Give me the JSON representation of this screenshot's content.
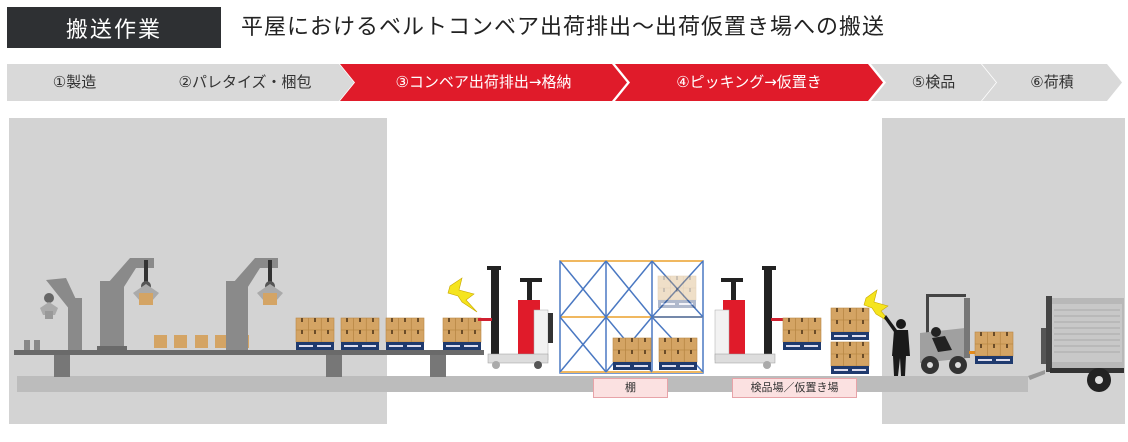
{
  "header": {
    "tag": "搬送作業",
    "title": "平屋におけるベルトコンベア出荷排出〜出荷仮置き場への搬送"
  },
  "steps": [
    {
      "label": "①製造",
      "active": false
    },
    {
      "label": "②パレタイズ・梱包",
      "active": false
    },
    {
      "label": "③コンベア出荷排出→格納",
      "active": true
    },
    {
      "label": "④ピッキング→仮置き",
      "active": true
    },
    {
      "label": "⑤検品",
      "active": false
    },
    {
      "label": "⑥荷積",
      "active": false
    }
  ],
  "colors": {
    "tag_bg": "#2e3033",
    "step_inactive": "#d9d9d9",
    "step_active": "#e01b2a",
    "panel_gray": "#d3d3d3",
    "label_bg": "#fbe1e1",
    "box": "#d4a464",
    "pallet": "#1f3a6e",
    "rack_blue": "#4a78c2",
    "rack_orange": "#f0b860",
    "lightning": "#f5e41e"
  },
  "scene": {
    "zones": [
      "production-line",
      "warehouse-rack",
      "shipping-dock"
    ],
    "labels": {
      "rack": "棚",
      "staging": "検品場／仮置き場"
    },
    "icons": [
      "robot-arm-icon",
      "conveyor-icon",
      "reach-forklift-icon",
      "rack-icon",
      "worker-icon",
      "counterbalance-forklift-icon",
      "truck-icon",
      "lightning-icon"
    ]
  }
}
